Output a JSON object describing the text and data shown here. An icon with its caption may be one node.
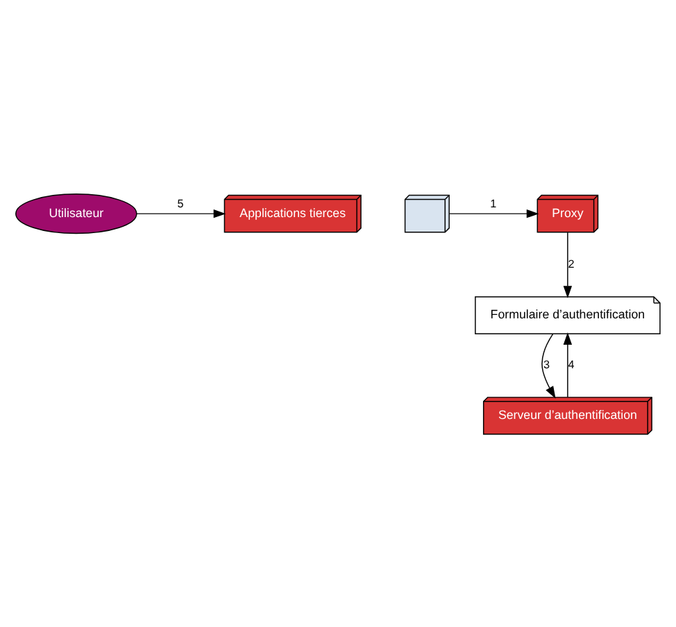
{
  "diagram": {
    "nodes": [
      {
        "text": [
          "Utilisateur"
        ]
      },
      {
        "text": [],
        "shape": "computer"
      },
      {
        "text": [
          "Proxy"
        ]
      },
      {
        "text": [
          "Applications tierces"
        ]
      },
      {
        "text": [
          "Formulaire d’authentification"
        ]
      },
      {
        "text": [
          "Serveur d’authentification"
        ]
      }
    ],
    "edges": [
      {
        "from": 0,
        "to": 3,
        "label": "5",
        "arrow": "to"
      },
      {
        "from": 1,
        "to": 2,
        "label": "1",
        "arrow": "to"
      },
      {
        "from": 2,
        "to": 4,
        "label": "2",
        "arrow": "to"
      },
      {
        "from": 4,
        "to": 5,
        "label": "3",
        "arrow": "to"
      },
      {
        "from": 5,
        "to": 4,
        "label": "4",
        "arrow": "to"
      }
    ]
  }
}
